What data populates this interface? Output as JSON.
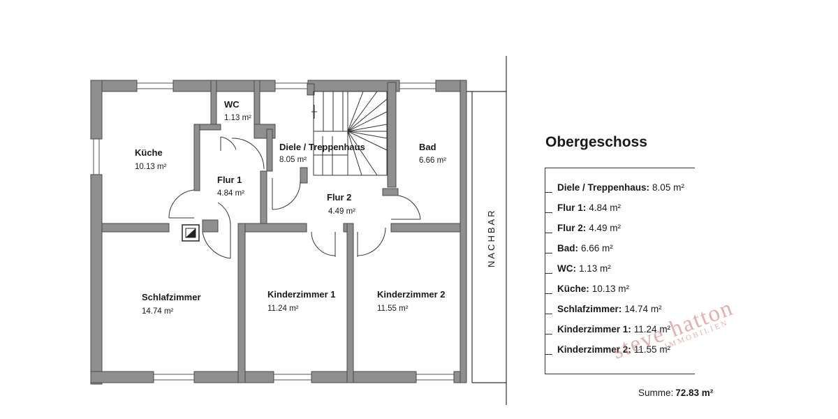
{
  "floor_title": "Obergeschoss",
  "neighbor_label": "NACHBAR",
  "rooms": {
    "kueche": {
      "name": "Küche",
      "area": "10.13 m²"
    },
    "wc": {
      "name": "WC",
      "area": "1.13 m²"
    },
    "diele": {
      "name": "Diele / Treppenhaus",
      "area": "8.05 m²"
    },
    "bad": {
      "name": "Bad",
      "area": "6.66 m²"
    },
    "flur1": {
      "name": "Flur 1",
      "area": "4.84 m²"
    },
    "flur2": {
      "name": "Flur 2",
      "area": "4.49 m²"
    },
    "schlaf": {
      "name": "Schlafzimmer",
      "area": "14.74 m²"
    },
    "kind1": {
      "name": "Kinderzimmer 1",
      "area": "11.24 m²"
    },
    "kind2": {
      "name": "Kinderzimmer 2",
      "area": "11.55 m²"
    }
  },
  "area_table": [
    {
      "label": "Diele / Treppenhaus:",
      "value": "8.05 m²"
    },
    {
      "label": "Flur 1:",
      "value": "4.84 m²"
    },
    {
      "label": "Flur 2:",
      "value": "4.49 m²"
    },
    {
      "label": "Bad:",
      "value": "6.66 m²"
    },
    {
      "label": "WC:",
      "value": "1.13 m²"
    },
    {
      "label": "Küche:",
      "value": "10.13 m²"
    },
    {
      "label": "Schlafzimmer:",
      "value": "14.74 m²"
    },
    {
      "label": "Kinderzimmer 1:",
      "value": "11.24 m²"
    },
    {
      "label": "Kinderzimmer 2:",
      "value": "11.55 m²"
    }
  ],
  "sum": {
    "label": "Summe:",
    "value": "72.83 m²"
  },
  "watermark": {
    "main": "steve hatton",
    "sub": "IMMOBILIEN"
  },
  "colors": {
    "wall": "#8f8f8f",
    "wall_stroke": "#4a4a4a",
    "line": "#333333",
    "watermark": "#cd6e6e"
  }
}
